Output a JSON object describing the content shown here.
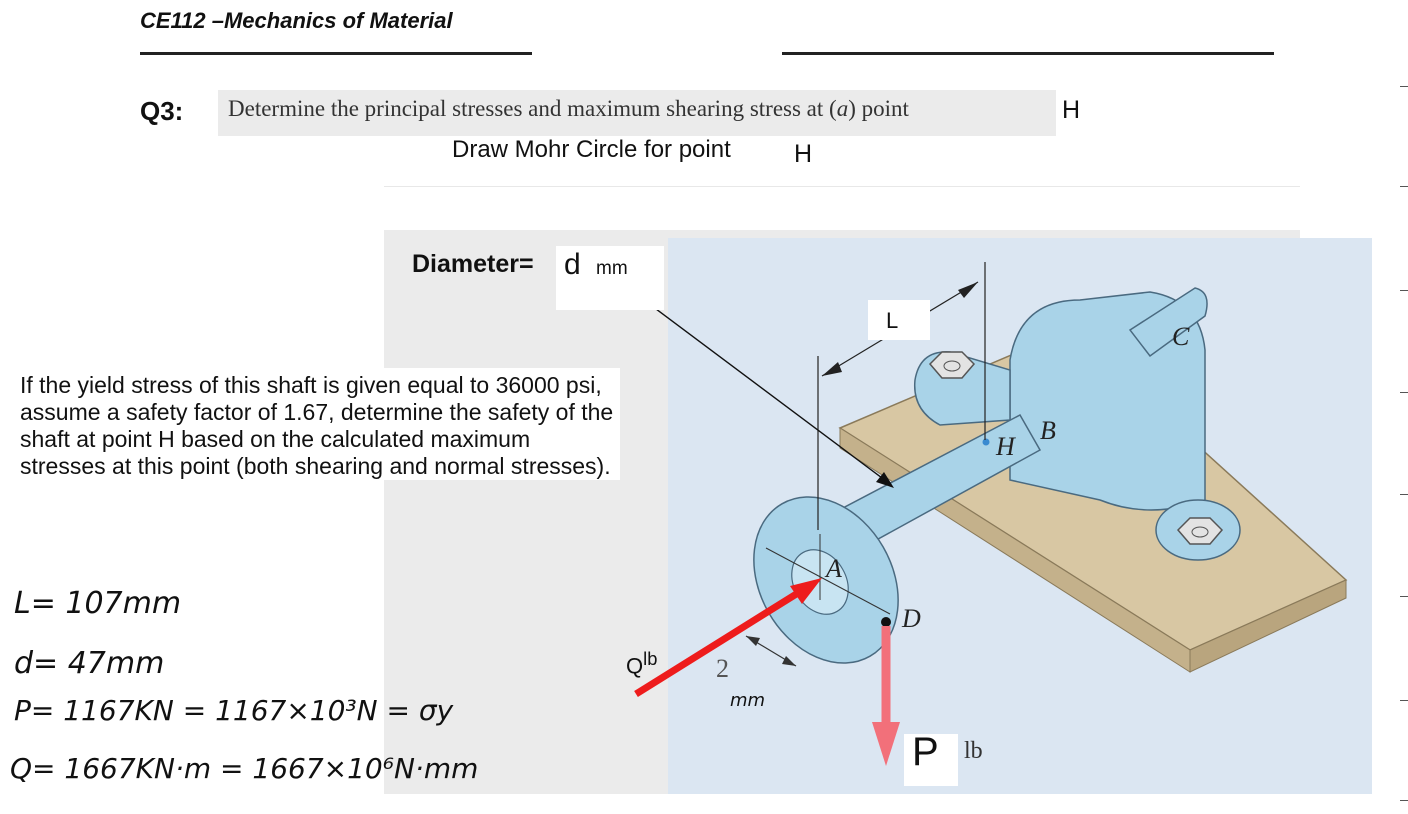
{
  "header": {
    "course": "CE112 –Mechanics of Material"
  },
  "question": {
    "number": "Q3:",
    "text_prefix": "Determine the principal stresses and maximum shearing stress at (",
    "text_italic": "a",
    "text_suffix": ") point",
    "point": "H",
    "mohr": "Draw Mohr Circle for point",
    "mohr_point": "H"
  },
  "figure": {
    "diameter_label": "Diameter=",
    "diameter_symbol": "d",
    "diameter_unit": "mm",
    "length_label": "L",
    "load_q": "Q",
    "load_q_unit": "lb",
    "load_p": "P",
    "load_p_unit": "lb",
    "offset_value": "2",
    "offset_unit": "mm",
    "letters": {
      "A": "A",
      "B": "B",
      "C": "C",
      "D": "D",
      "H": "H"
    },
    "colors": {
      "background": "#dbe6f2",
      "base": "#d8c7a3",
      "shaft": "#a9d3e8",
      "q_arrow": "#ee1c1c",
      "p_arrow": "#f2707a"
    }
  },
  "paragraph": "If the yield stress of this shaft is given equal to 36000 psi, assume a safety factor of 1.67, determine the safety of the shaft at point H based on the calculated maximum stresses at this point (both shearing and normal stresses).",
  "handwriting": {
    "line1": "L= 107mm",
    "line2": "d= 47mm",
    "line3": "P= 1167KN = 1167×10³N = σy",
    "line4": "Q= 1667KN·m = 1667×10⁶N·mm"
  }
}
